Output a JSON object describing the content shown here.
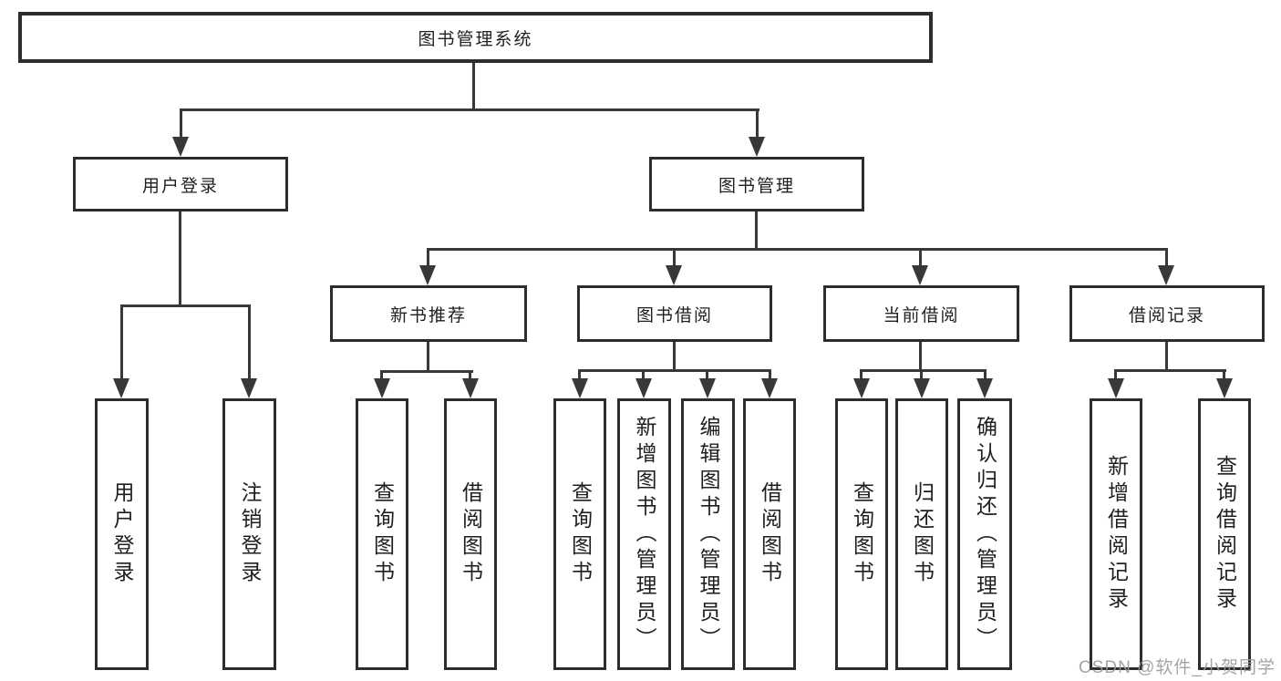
{
  "diagram": {
    "type": "hierarchy-tree",
    "root": {
      "label": "图书管理系统"
    },
    "level2": [
      {
        "label": "用户登录",
        "parent": "图书管理系统"
      },
      {
        "label": "图书管理",
        "parent": "图书管理系统"
      }
    ],
    "level3": [
      {
        "label": "新书推荐",
        "parent": "图书管理"
      },
      {
        "label": "图书借阅",
        "parent": "图书管理"
      },
      {
        "label": "当前借阅",
        "parent": "图书管理"
      },
      {
        "label": "借阅记录",
        "parent": "图书管理"
      }
    ],
    "leaves": [
      {
        "label": "用户登录",
        "parent": "用户登录"
      },
      {
        "label": "注销登录",
        "parent": "用户登录"
      },
      {
        "label": "查询图书",
        "parent": "新书推荐"
      },
      {
        "label": "借阅图书",
        "parent": "新书推荐"
      },
      {
        "label": "查询图书",
        "parent": "图书借阅"
      },
      {
        "label": "新增图书（管理员）",
        "parent": "图书借阅"
      },
      {
        "label": "编辑图书（管理员）",
        "parent": "图书借阅"
      },
      {
        "label": "借阅图书",
        "parent": "图书借阅"
      },
      {
        "label": "查询图书",
        "parent": "当前借阅"
      },
      {
        "label": "归还图书",
        "parent": "当前借阅"
      },
      {
        "label": "确认归还（管理员）",
        "parent": "当前借阅"
      },
      {
        "label": "新增借阅记录",
        "parent": "借阅记录"
      },
      {
        "label": "查询借阅记录",
        "parent": "借阅记录"
      }
    ],
    "colors": {
      "box_border": "#2d2d2d",
      "line": "#383838",
      "text": "#1f1f1f",
      "watermark": "#9b9b9b",
      "background": "#ffffff"
    },
    "watermark": "CSDN @软件_小贺同学"
  }
}
